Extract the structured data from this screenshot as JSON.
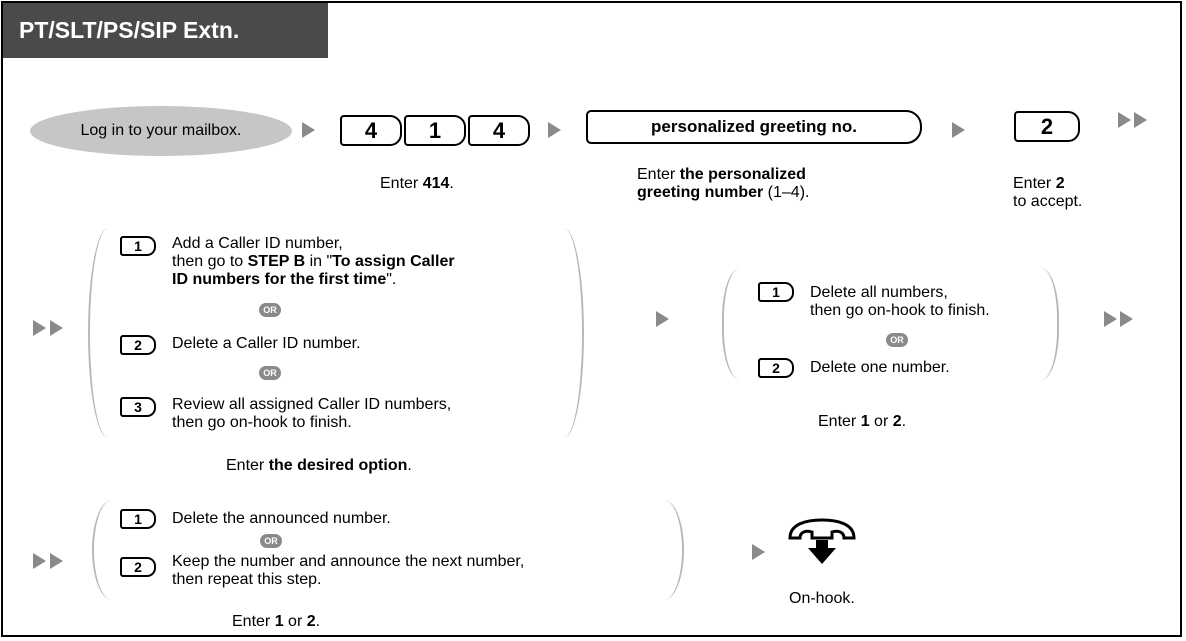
{
  "title": "PT/SLT/PS/SIP Extn.",
  "row1": {
    "login": "Log in to your mailbox.",
    "keys": [
      "4",
      "1",
      "4"
    ],
    "enter_414_a": "Enter ",
    "enter_414_b": "414",
    "enter_414_c": ".",
    "greeting_key": "personalized greeting no.",
    "greeting_a": "Enter ",
    "greeting_b1": "the personalized",
    "greeting_b2": "greeting number",
    "greeting_c": " (1–4).",
    "accept_key": "2",
    "accept_a": "Enter ",
    "accept_b": "2",
    "accept_c": "to accept."
  },
  "row2": {
    "opt1_line1": "Add a Caller ID number,",
    "opt1_line2a": "then go to ",
    "opt1_line2b": "STEP B",
    "opt1_line2c": " in \"",
    "opt1_line2d": "To assign Caller",
    "opt1_line3a": "ID numbers for the first time",
    "opt1_line3b": "\".",
    "opt2": "Delete a Caller ID number.",
    "opt3_line1": "Review all assigned Caller ID numbers,",
    "opt3_line2": "then go on-hook to finish.",
    "desired_a": "Enter ",
    "desired_b": "the desired option",
    "desired_c": ".",
    "right_opt1_line1": "Delete all numbers,",
    "right_opt1_line2": "then go on-hook to finish.",
    "right_opt2": "Delete one number.",
    "enter12_a": "Enter ",
    "enter12_b": "1",
    "enter12_c": " or ",
    "enter12_d": "2",
    "enter12_e": "."
  },
  "row3": {
    "opt1": "Delete the announced number.",
    "opt2_line1": "Keep the number and announce the next number,",
    "opt2_line2": "then repeat this step.",
    "onhook": "On-hook."
  },
  "labels": {
    "or": "OR",
    "one": "1",
    "two": "2",
    "three": "3"
  },
  "colors": {
    "title_bg": "#4a4a4a",
    "pill_bg": "#c6c6c6",
    "arrow": "#8a8a8a",
    "bracket": "#b8b8b8"
  }
}
